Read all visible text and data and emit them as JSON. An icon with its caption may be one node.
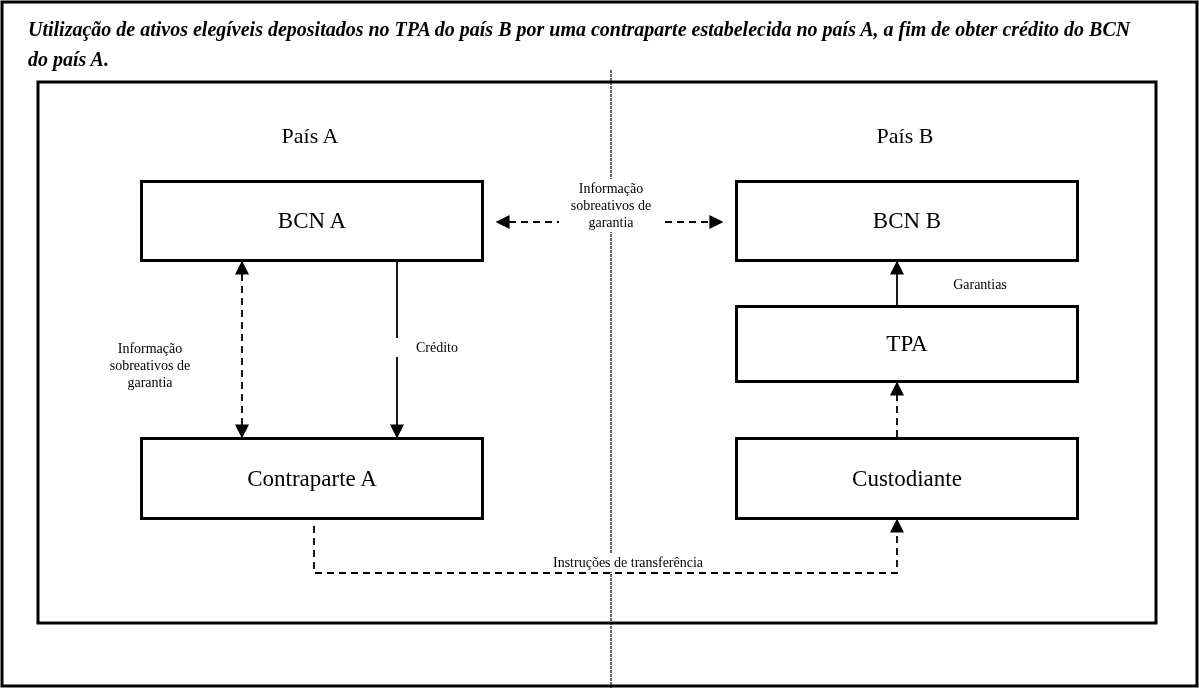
{
  "diagram": {
    "title": "Utilização de ativos elegíveis depositados no TPA do país B por uma contraparte estabelecida no país A, a fim de obter crédito do BCN do país A.",
    "nodes": [
      {
        "text": [
          "BCN A"
        ]
      },
      {
        "text": [
          "Contraparte A"
        ]
      },
      {
        "text": [
          "BCN B"
        ]
      },
      {
        "text": [
          "TPA"
        ]
      },
      {
        "text": [
          "Custodiante"
        ]
      }
    ],
    "edges": [
      {
        "from": 0,
        "to": 2,
        "arrow": "both",
        "style": "dashed",
        "label": "Informação sobreativos de garantia"
      },
      {
        "from": 0,
        "to": 1,
        "arrow": "both",
        "style": "dashed",
        "label": "Informação sobreativos de garantia"
      },
      {
        "from": 0,
        "to": 1,
        "arrow": "to",
        "label": "Crédito"
      },
      {
        "from": 3,
        "to": 2,
        "arrow": "to",
        "label": "Garantias"
      },
      {
        "from": 4,
        "to": 3,
        "arrow": "to",
        "style": "dashed"
      },
      {
        "from": 1,
        "to": 4,
        "arrow": "to",
        "style": "dashed",
        "label": "Instruções de transferência"
      }
    ],
    "labels": [
      "País A",
      "País B"
    ]
  }
}
